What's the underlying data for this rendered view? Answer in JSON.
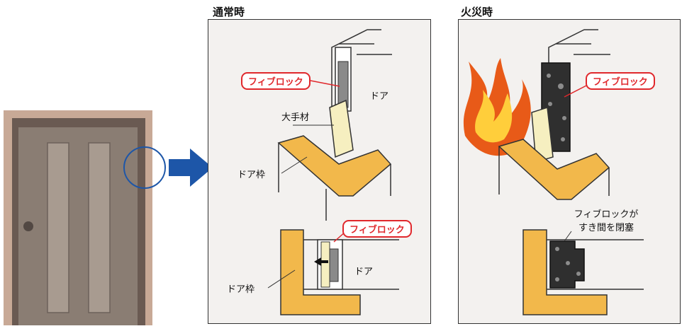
{
  "panels": {
    "normal": {
      "title": "通常時",
      "fireblock_top": "フィブロック",
      "door_top": "ドア",
      "edge_trim": "大手材",
      "frame_top": "ドア枠",
      "fireblock_bottom": "フィブロック",
      "door_bottom": "ドア",
      "frame_bottom": "ドア枠"
    },
    "fire": {
      "title": "火災時",
      "fireblock": "フィブロック",
      "gap_note_line1": "フィブロックが",
      "gap_note_line2": "すき間を閉塞"
    }
  },
  "colors": {
    "accent_red": "#e0282c",
    "frame_orange": "#f2b84b",
    "arrow_blue": "#1d56a8",
    "door_brown": "#7a6d63"
  }
}
